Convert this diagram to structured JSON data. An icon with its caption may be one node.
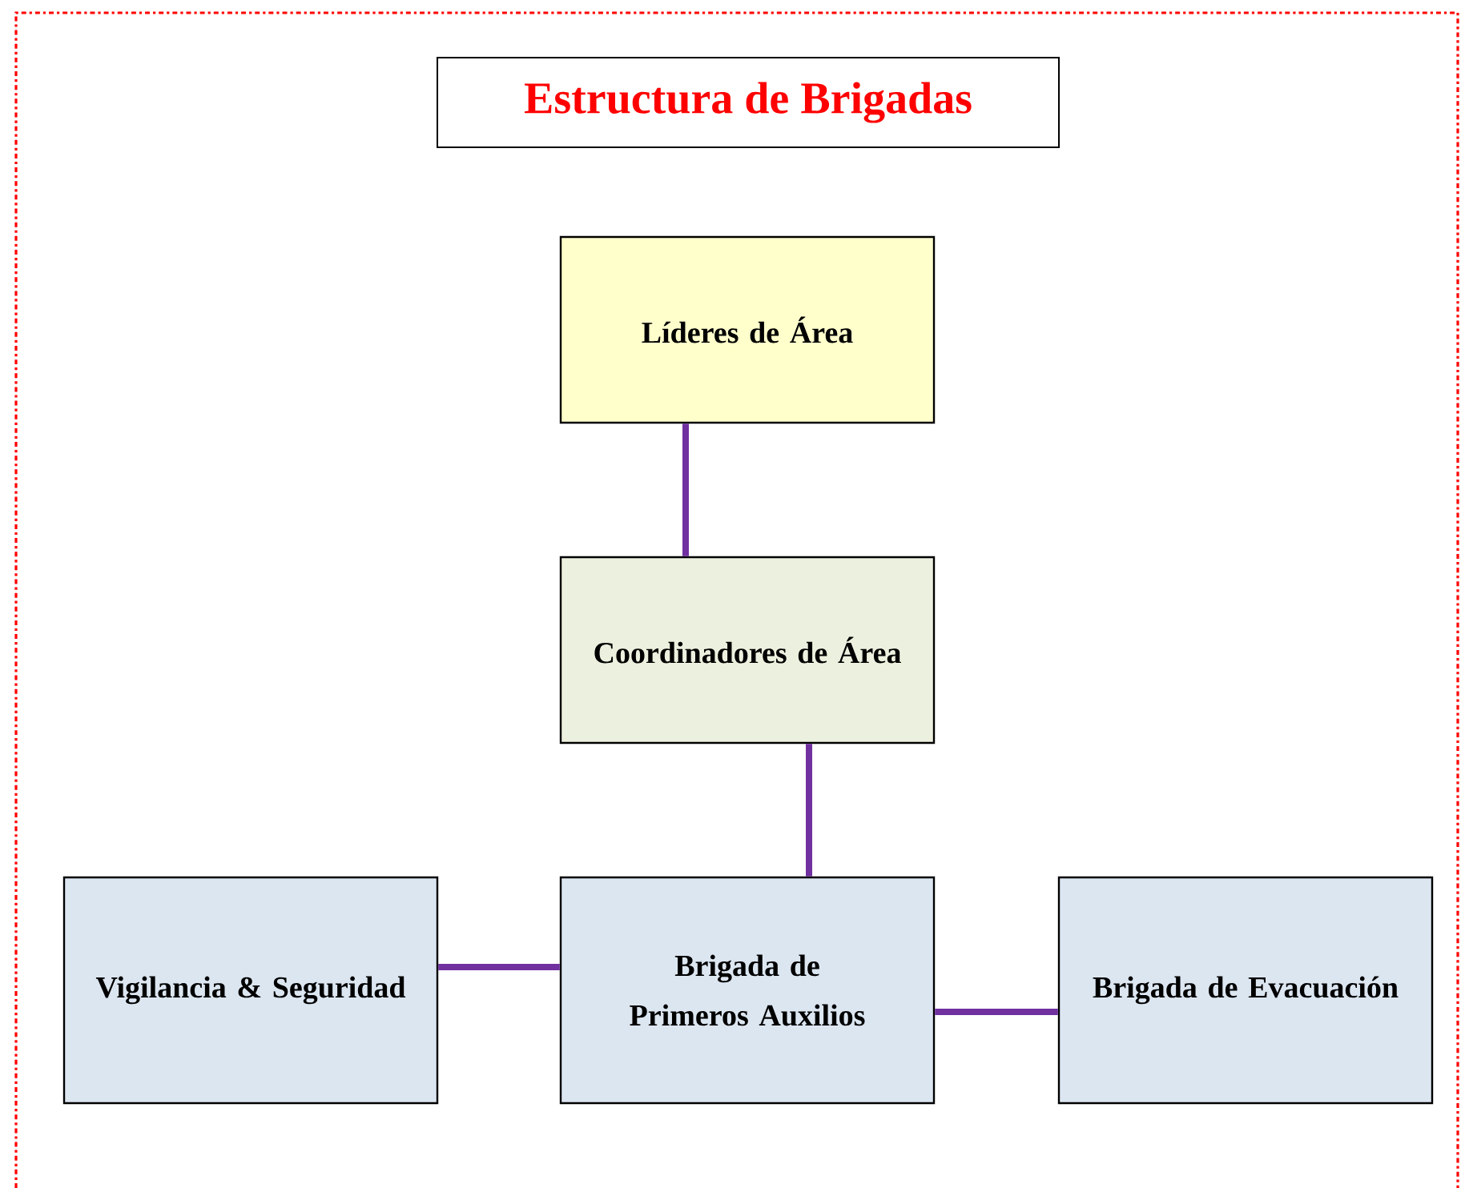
{
  "diagram": {
    "title": "Estructura de Brigadas",
    "nodes": [
      {
        "text": [
          "Líderes de Área"
        ]
      },
      {
        "text": [
          "Coordinadores de Área"
        ]
      },
      {
        "text": [
          "Vigilancia & Seguridad"
        ]
      },
      {
        "text": [
          "Brigada de Primeros Auxilios"
        ]
      },
      {
        "text": [
          "Brigada de Evacuación"
        ]
      }
    ],
    "edges": [
      {
        "from": 0,
        "to": 1,
        "arrow": "none"
      },
      {
        "from": 1,
        "to": 3,
        "arrow": "none"
      },
      {
        "from": 2,
        "to": 3,
        "arrow": "none"
      },
      {
        "from": 3,
        "to": 4,
        "arrow": "none"
      }
    ]
  }
}
